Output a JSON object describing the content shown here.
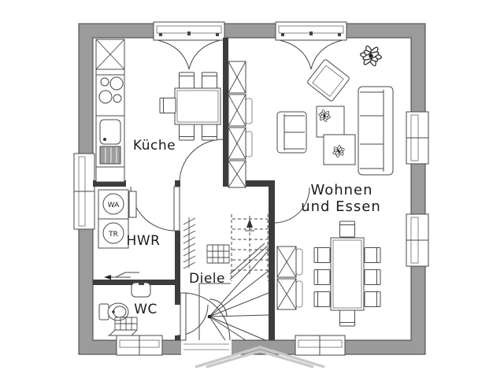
{
  "rooms": {
    "kitchen": {
      "label": "Küche"
    },
    "living": {
      "label_line1": "Wohnen",
      "label_line2": "und Essen"
    },
    "utility": {
      "label": "HWR"
    },
    "hall": {
      "label": "Diele"
    },
    "wc": {
      "label": "WC"
    }
  },
  "appliances": {
    "washer_label": "WA",
    "dryer_label": "TR"
  },
  "colors": {
    "exterior_wall": "#9b9b9b",
    "interior_wall": "#3c3c3c",
    "line": "#4a4a4a",
    "canopy": "#c9c9c9"
  }
}
